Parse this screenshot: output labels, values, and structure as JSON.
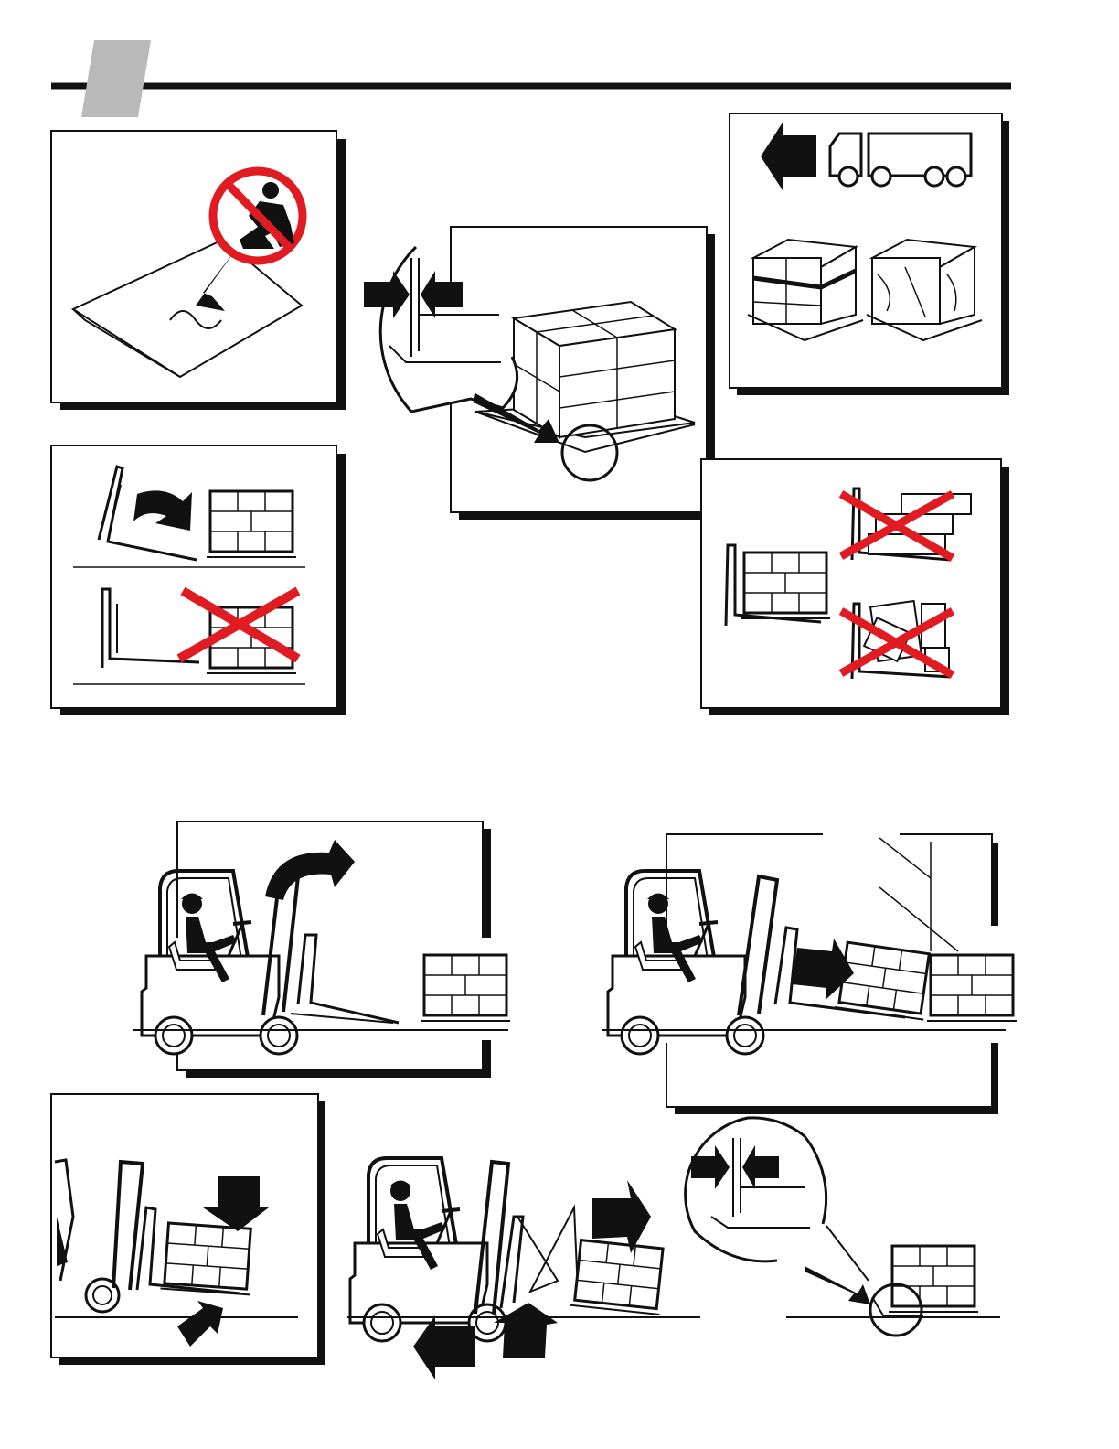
{
  "page": {
    "section_tab": "",
    "colors": {
      "ink": "#111111",
      "prohibit_red": "#e01b22",
      "tab_gray": "#b9b9b9",
      "paper": "#ffffff"
    }
  },
  "panels": [
    {
      "id": "p1",
      "caption": "",
      "icons": [
        "no-riding-icon",
        "ramp-plate"
      ]
    },
    {
      "id": "p2",
      "caption": "",
      "icons": [
        "fork-gap-magnifier",
        "pallet-stack"
      ]
    },
    {
      "id": "p3",
      "caption": "",
      "icons": [
        "truck-icon",
        "left-arrow-icon",
        "wrapped-pallet",
        "damaged-pallet"
      ]
    },
    {
      "id": "p4",
      "caption": "",
      "icons": [
        "tilt-arrow",
        "prohibited-cross"
      ]
    },
    {
      "id": "p5",
      "caption": "",
      "icons": [
        "stable-load",
        "prohibited-cross"
      ]
    },
    {
      "id": "p6",
      "caption": "",
      "icons": [
        "forklift-operator",
        "tilt-back-arrow"
      ]
    },
    {
      "id": "p7",
      "caption": "",
      "icons": [
        "forklift-operator",
        "push-arrow"
      ]
    },
    {
      "id": "p8",
      "caption": "",
      "icons": [
        "down-arrow",
        "up-right-arrow"
      ]
    },
    {
      "id": "p9",
      "caption": "",
      "icons": [
        "forklift-operator",
        "left-arrow",
        "up-arrow",
        "right-arrow"
      ]
    },
    {
      "id": "p10",
      "caption": "",
      "icons": [
        "fork-gap-magnifier",
        "pallet-stack"
      ]
    }
  ]
}
